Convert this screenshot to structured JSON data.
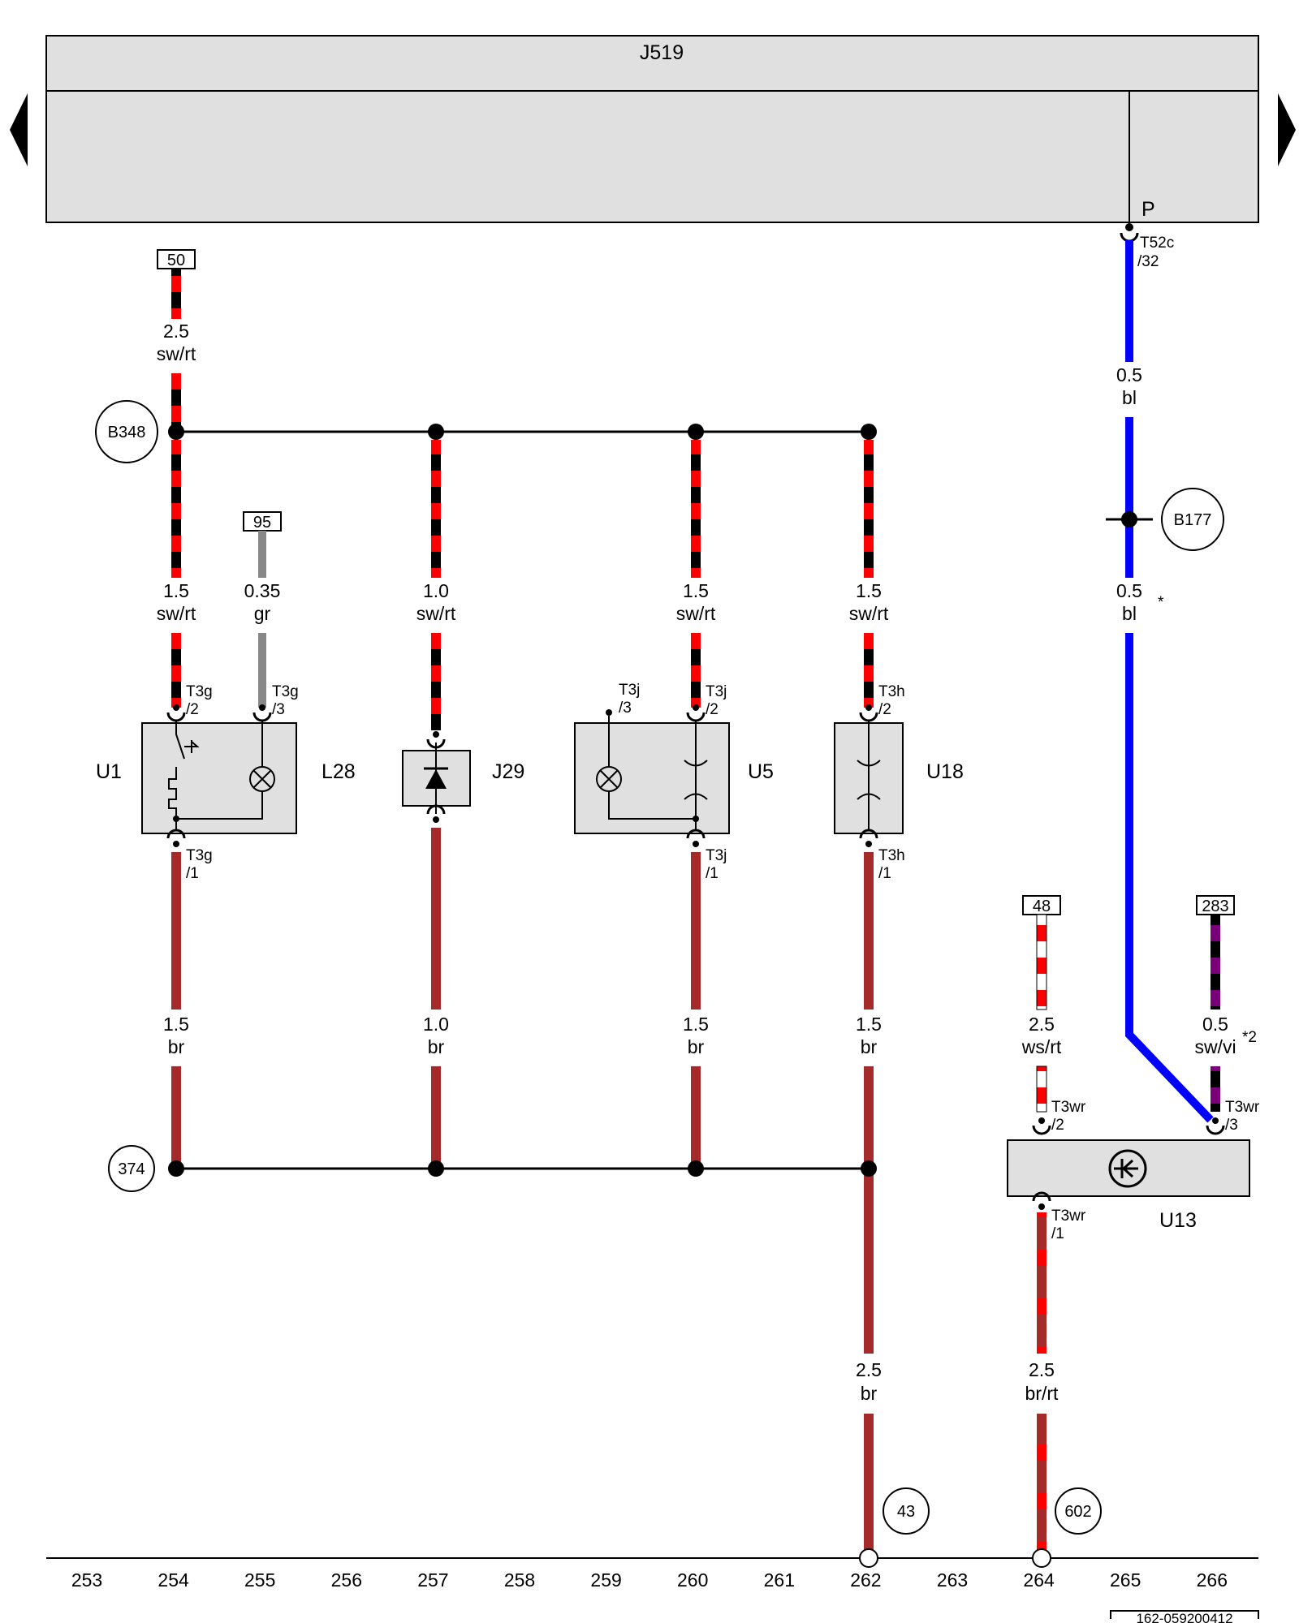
{
  "control_unit": {
    "name": "J519",
    "pin": "P",
    "connector": "T52c",
    "connector_pin": "/32"
  },
  "nav": {
    "prev": "previous page",
    "next": "next page"
  },
  "references": {
    "r50": "50",
    "r95": "95",
    "r48": "48",
    "r283": "283"
  },
  "junctions": {
    "b348": "B348",
    "b177": "B177",
    "g374": "374",
    "g43": "43",
    "g602": "602"
  },
  "components": {
    "u1": "U1",
    "l28": "L28",
    "j29": "J29",
    "u5": "U5",
    "u18": "U18",
    "u13": "U13"
  },
  "wires": {
    "w50": {
      "size": "2.5",
      "color": "sw/rt"
    },
    "w254": {
      "size": "1.5",
      "color": "sw/rt"
    },
    "w255": {
      "size": "0.35",
      "color": "gr"
    },
    "w257": {
      "size": "1.0",
      "color": "sw/rt"
    },
    "w260": {
      "size": "1.5",
      "color": "sw/rt"
    },
    "w262": {
      "size": "1.5",
      "color": "sw/rt"
    },
    "wbl1": {
      "size": "0.5",
      "color": "bl"
    },
    "wbl2": {
      "size": "0.5",
      "color": "bl",
      "note": "*"
    },
    "g254": {
      "size": "1.5",
      "color": "br"
    },
    "g257": {
      "size": "1.0",
      "color": "br"
    },
    "g260": {
      "size": "1.5",
      "color": "br"
    },
    "g262": {
      "size": "1.5",
      "color": "br"
    },
    "w48": {
      "size": "2.5",
      "color": "ws/rt"
    },
    "w283": {
      "size": "0.5",
      "color": "sw/vi",
      "note": "*2"
    },
    "b262": {
      "size": "2.5",
      "color": "br"
    },
    "b264": {
      "size": "2.5",
      "color": "br/rt"
    }
  },
  "pins": {
    "t3g2": [
      "T3g",
      "/2"
    ],
    "t3g3": [
      "T3g",
      "/3"
    ],
    "t3g1": [
      "T3g",
      "/1"
    ],
    "t3j3": [
      "T3j",
      "/3"
    ],
    "t3j2": [
      "T3j",
      "/2"
    ],
    "t3j1": [
      "T3j",
      "/1"
    ],
    "t3h2": [
      "T3h",
      "/2"
    ],
    "t3h1": [
      "T3h",
      "/1"
    ],
    "t3wr2": [
      "T3wr",
      "/2"
    ],
    "t3wr3": [
      "T3wr",
      "/3"
    ],
    "t3wr1": [
      "T3wr",
      "/1"
    ]
  },
  "columns": [
    "253",
    "254",
    "255",
    "256",
    "257",
    "258",
    "259",
    "260",
    "261",
    "262",
    "263",
    "264",
    "265",
    "266"
  ],
  "footer": {
    "doc_id": "162-059200412"
  },
  "colors": {
    "black": "#000000",
    "red": "#ff0000",
    "brown": "#a52a2a",
    "blue": "#0000ff",
    "grey": "#888888",
    "violet": "#7a007a",
    "white": "#ffffff",
    "panel": "#e0e0e0"
  }
}
